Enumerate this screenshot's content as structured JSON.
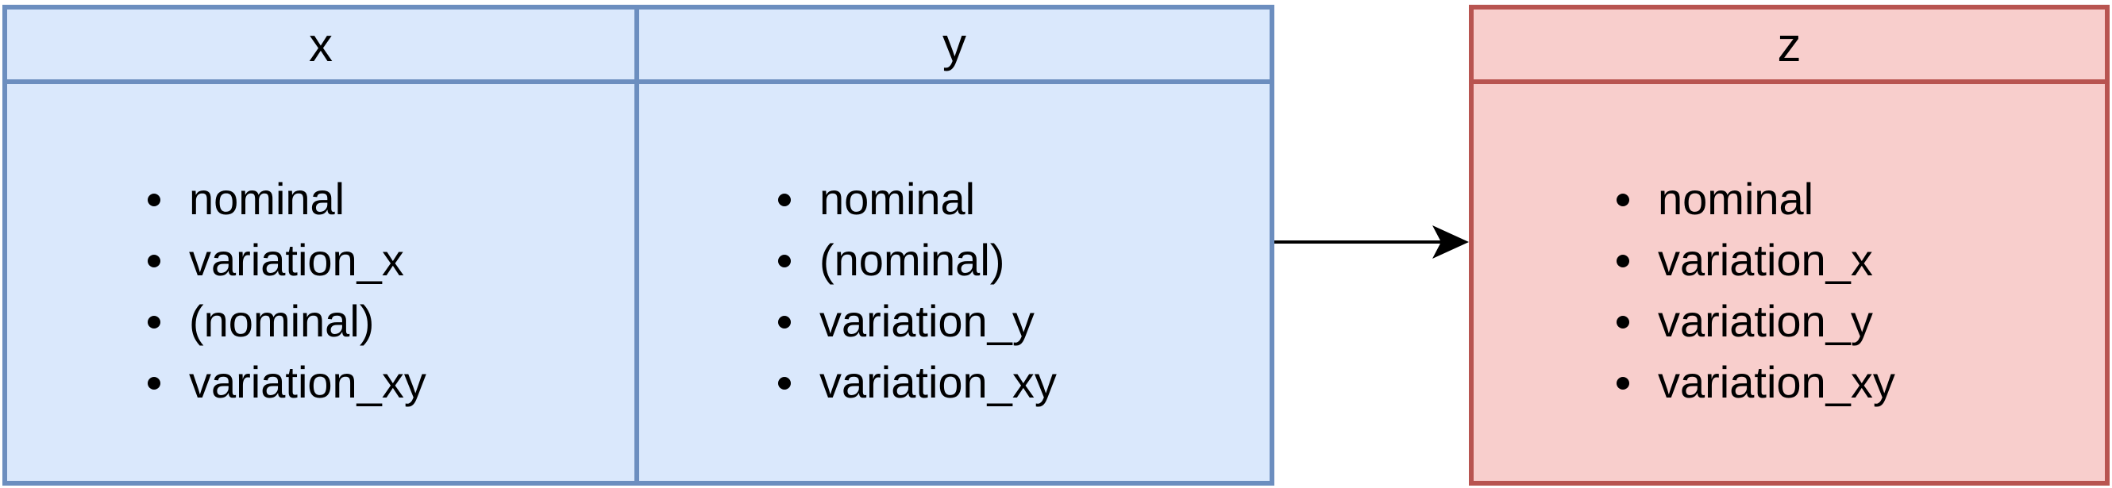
{
  "boxes": [
    {
      "title": "x",
      "items": [
        "nominal",
        "variation_x",
        "(nominal)",
        "variation_xy"
      ],
      "fill": "#dae8fc",
      "stroke": "#6c8ebf"
    },
    {
      "title": "y",
      "items": [
        "nominal",
        "(nominal)",
        "variation_y",
        "variation_xy"
      ],
      "fill": "#dae8fc",
      "stroke": "#6c8ebf"
    },
    {
      "title": "z",
      "items": [
        "nominal",
        "variation_x",
        "variation_y",
        "variation_xy"
      ],
      "fill": "#f8cecc",
      "stroke": "#b85450"
    }
  ],
  "arrow": {
    "from": "y",
    "to": "z",
    "color": "#000000"
  }
}
